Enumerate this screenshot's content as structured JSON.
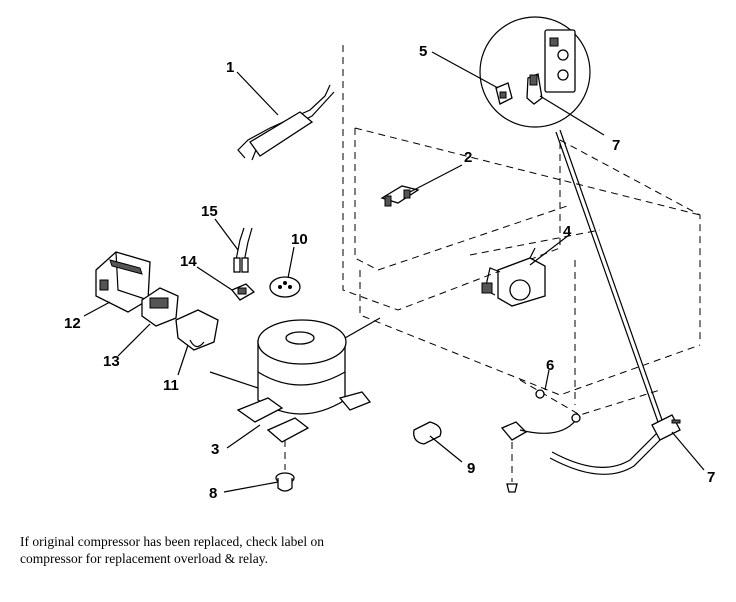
{
  "callouts": {
    "c1": "1",
    "c2": "2",
    "c3": "3",
    "c4": "4",
    "c5": "5",
    "c6": "6",
    "c7a": "7",
    "c7b": "7",
    "c8": "8",
    "c9": "9",
    "c10": "10",
    "c11": "11",
    "c12": "12",
    "c13": "13",
    "c14": "14",
    "c15": "15"
  },
  "note": "If original compressor has been replaced, check label on compressor for replacement overload & relay."
}
